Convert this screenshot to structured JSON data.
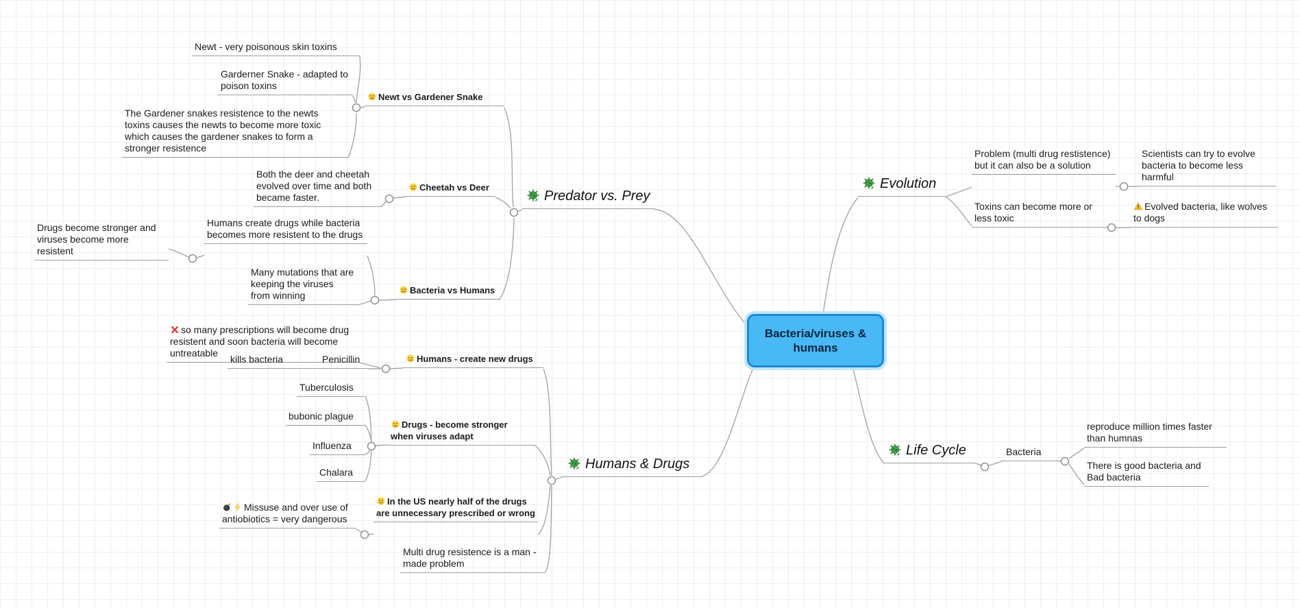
{
  "style": {
    "root_fill": "#49b9f5",
    "root_border": "#1e88d2",
    "connector_color": "#a6a6a6",
    "grid_color": "#eeeeee"
  },
  "root": {
    "text": "Bacteria/viruses & humans"
  },
  "branches": {
    "predator": {
      "label": "Predator vs. Prey",
      "icon": "microbe-icon"
    },
    "evolution": {
      "label": "Evolution",
      "icon": "microbe-icon"
    },
    "humans_drugs": {
      "label": "Humans & Drugs",
      "icon": "microbe-icon"
    },
    "life_cycle": {
      "label": "Life Cycle",
      "icon": "microbe-icon"
    }
  },
  "nodes": {
    "newt_vs_gardener": {
      "text": "Newt vs Gardener Snake",
      "icon": "neutral-face-icon"
    },
    "newt_toxins": {
      "text": "Newt - very poisonous skin toxins"
    },
    "gardener_adapted": {
      "text": "Garderner Snake - adapted to poison toxins"
    },
    "gardener_resistance": {
      "text": "The Gardener snakes resistence to the newts toxins causes the newts to become more toxic which causes the gardener snakes to form a stronger resistence"
    },
    "cheetah_vs_deer": {
      "text": "Cheetah vs Deer",
      "icon": "neutral-face-icon"
    },
    "cheetah_evolved": {
      "text": "Both the deer and cheetah evolved over time and both became faster."
    },
    "bacteria_vs_humans": {
      "text": "Bacteria vs Humans",
      "icon": "neutral-face-icon"
    },
    "humans_create_while": {
      "text": "Humans create drugs while bacteria becomes more resistent to the drugs"
    },
    "drugs_stronger": {
      "text": "Drugs become stronger and viruses become more resistent"
    },
    "many_mutations": {
      "text": "Many mutations that are keeping the viruses from winning"
    },
    "humans_create_new_drugs": {
      "text": "Humans - create new drugs",
      "icon": "neutral-face-icon"
    },
    "penicillin": {
      "text": "Penicillin"
    },
    "kills_bacteria": {
      "text": "kills bacteria"
    },
    "rx_untreatable": {
      "text": "so many prescriptions will become drug resistent and soon bacteria will become untreatable",
      "icon": "cross-mark-icon"
    },
    "drugs_become_stronger": {
      "text": "Drugs - become stronger when viruses adapt",
      "icon": "neutral-face-icon"
    },
    "tuberculosis": {
      "text": "Tuberculosis"
    },
    "bubonic_plague": {
      "text": "bubonic plague"
    },
    "influenza": {
      "text": "Influenza"
    },
    "chalara": {
      "text": "Chalara"
    },
    "us_half_drugs": {
      "text": "In the US nearly half of the drugs are unnecessary prescribed or wrong",
      "icon": "neutral-face-icon"
    },
    "misuse": {
      "text": "Missuse and over use of antiobiotics = very dangerous",
      "icon": "bomb-icon lightning-icon"
    },
    "multi_drug": {
      "text": "Multi drug resistence is a man - made problem"
    },
    "problem_solution": {
      "text": "Problem (multi drug restistence) but it can also be a solution"
    },
    "scientists_evolve": {
      "text": "Scientists can try to evolve bacteria to become less harmful"
    },
    "toxins_toxic": {
      "text": "Toxins can become more or less toxic"
    },
    "evolved_wolves": {
      "text": "Evolved bacteria, like wolves to dogs",
      "icon": "warning-icon"
    },
    "bacteria": {
      "text": "Bacteria"
    },
    "reproduce_faster": {
      "text": "reproduce million times faster than humnas"
    },
    "good_bad": {
      "text": "There is good bacteria and Bad bacteria"
    }
  }
}
